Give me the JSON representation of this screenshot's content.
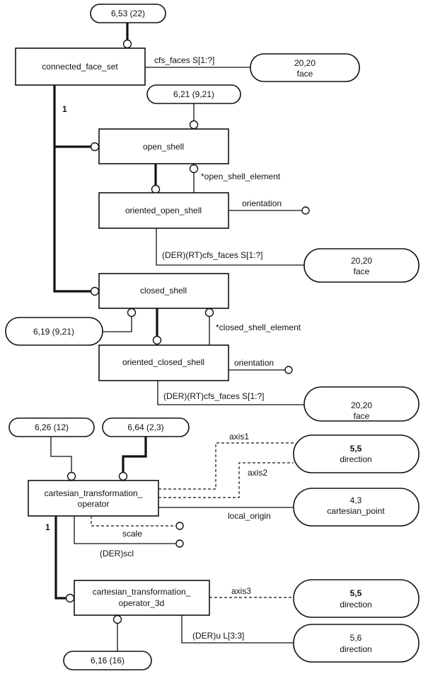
{
  "diagram": {
    "type": "EXPRESS-G entity diagram",
    "entities": {
      "connected_face_set": "connected_face_set",
      "open_shell": "open_shell",
      "oriented_open_shell": "oriented_open_shell",
      "closed_shell": "closed_shell",
      "oriented_closed_shell": "oriented_closed_shell",
      "cto_line1": "cartesian_transformation_",
      "cto_line2": "operator",
      "cto3d_line1": "cartesian_transformation_",
      "cto3d_line2": "operator_3d"
    },
    "references": {
      "ref_6_53": "6,53 (22)",
      "ref_6_21": "6,21 (9,21)",
      "ref_6_19": "6,19 (9,21)",
      "ref_6_26": "6,26 (12)",
      "ref_6_64": "6,64 (2,3)",
      "ref_6_16": "6,16 (16)",
      "face1": {
        "num": "20,20",
        "name": "face"
      },
      "face2": {
        "num": "20,20",
        "name": "face"
      },
      "face3": {
        "num": "20,20",
        "name": "face"
      },
      "direction1": {
        "num": "5,5",
        "name": "direction"
      },
      "cartesian_point": {
        "num": "4,3",
        "name": "cartesian_point"
      },
      "direction2": {
        "num": "5,5",
        "name": "direction"
      },
      "direction3": {
        "num": "5,6",
        "name": "direction"
      }
    },
    "labels": {
      "cfs_faces": "cfs_faces S[1:?]",
      "one_a": "1",
      "open_shell_element": "*open_shell_element",
      "orientation1": "orientation",
      "der_cfs_faces1": "(DER)(RT)cfs_faces S[1:?]",
      "closed_shell_element": "*closed_shell_element",
      "orientation2": "orientation",
      "der_cfs_faces2": "(DER)(RT)cfs_faces S[1:?]",
      "axis1": "axis1",
      "axis2": "axis2",
      "local_origin": "local_origin",
      "scale": "scale",
      "der_scl": "(DER)scl",
      "one_b": "1",
      "axis3": "axis3",
      "der_u": "(DER)u L[3:3]"
    }
  }
}
